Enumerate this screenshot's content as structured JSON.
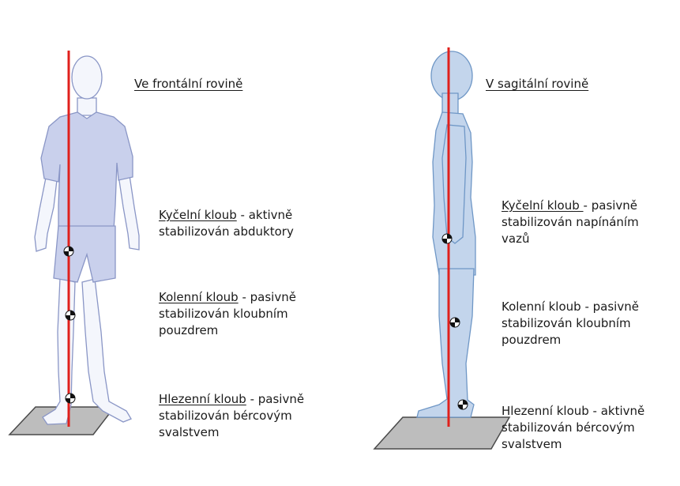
{
  "colors": {
    "body_fill": "#c9d0ec",
    "body_stroke": "#8a96c6",
    "sagittal_fill": "#c3d5ec",
    "sagittal_stroke": "#6f97c6",
    "skin_fill": "#f4f6fc",
    "gravity_line": "#e0201c",
    "platform_fill": "#bdbdbd",
    "platform_stroke": "#4a4a4a",
    "marker_dark": "#111111",
    "marker_light": "#ffffff"
  },
  "frontal": {
    "title": "Ve frontální rovině",
    "hip": {
      "name": "Kyčelní kloub",
      "suffix": " - aktivně",
      "line2": "stabilizován abduktory"
    },
    "knee": {
      "name": "Kolenní kloub",
      "suffix": " - pasivně",
      "line2": "stabilizován kloubním",
      "line3": "pouzdrem"
    },
    "ankle": {
      "name": "Hlezenní kloub",
      "suffix": " - pasivně",
      "line2": "stabilizován bércovým",
      "line3": "svalstvem"
    }
  },
  "sagittal": {
    "title": "V sagitální rovině",
    "hip": {
      "name": "Kyčelní kloub ",
      "suffix": "- pasivně",
      "line2": "stabilizován napínáním",
      "line3": "vazů"
    },
    "knee": {
      "line1": "Kolenní kloub - pasivně",
      "line2": "stabilizován kloubním",
      "line3": "pouzdrem"
    },
    "ankle": {
      "line1": "Hlezenní kloub - aktivně",
      "line2": "stabilizován bércovým",
      "line3": "svalstvem"
    }
  }
}
